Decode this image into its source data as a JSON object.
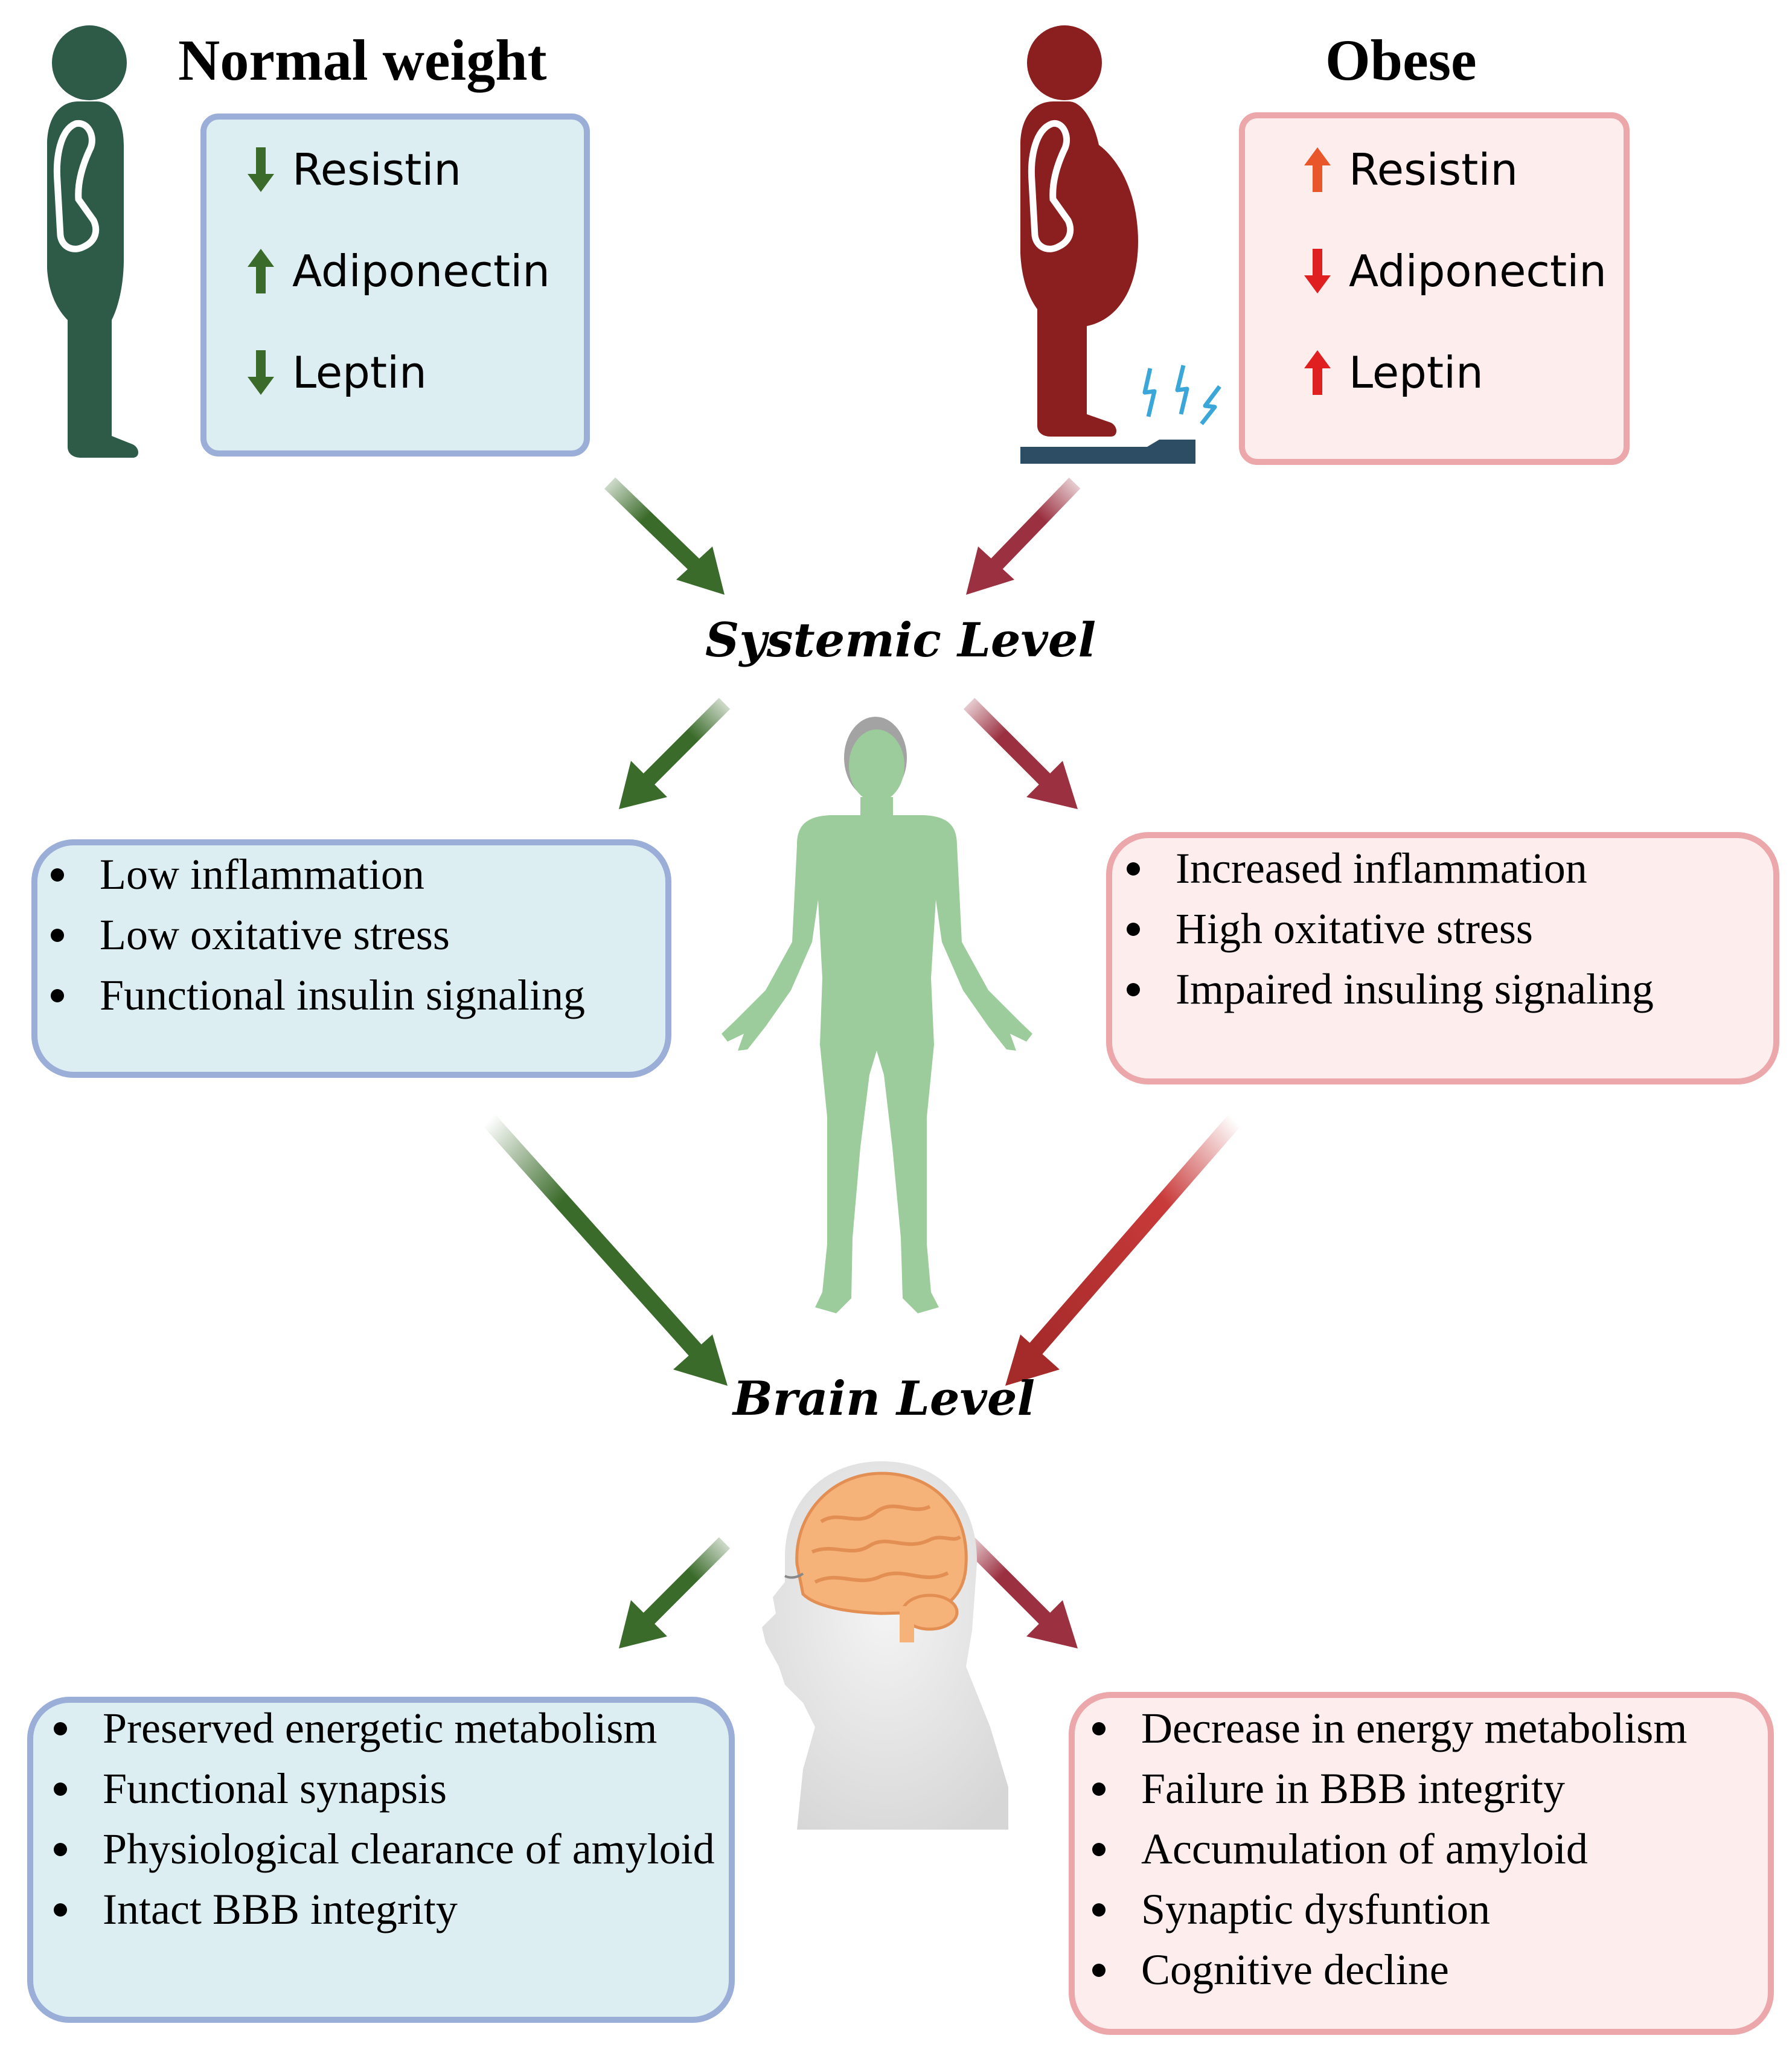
{
  "headers": {
    "normal": "Normal weight",
    "obese": "Obese"
  },
  "normal_hormones": [
    {
      "direction": "down",
      "label": "Resistin",
      "arrow_color": "#3a6b2a"
    },
    {
      "direction": "up",
      "label": "Adiponectin",
      "arrow_color": "#3a6b2a"
    },
    {
      "direction": "down",
      "label": "Leptin",
      "arrow_color": "#3a6b2a"
    }
  ],
  "obese_hormones": [
    {
      "direction": "up",
      "label": "Resistin",
      "arrow_color": "#e8562a"
    },
    {
      "direction": "down",
      "label": "Adiponectin",
      "arrow_color": "#e02020"
    },
    {
      "direction": "up",
      "label": "Leptin",
      "arrow_color": "#e02020"
    }
  ],
  "levels": {
    "systemic": "Systemic Level",
    "brain": "Brain Level"
  },
  "systemic_normal": [
    "Low inflammation",
    "Low oxitative stress",
    "Functional insulin signaling"
  ],
  "systemic_obese": [
    "Increased inflammation",
    "High oxitative stress",
    "Impaired insuling signaling"
  ],
  "brain_normal": [
    "Preserved energetic metabolism",
    "Functional synapsis",
    "Physiological clearance of amyloid",
    "Intact BBB integrity"
  ],
  "brain_obese": [
    "Decrease in energy metabolism",
    "Failure in BBB integrity",
    "Accumulation of amyloid",
    "Synaptic dysfuntion",
    "Cognitive decline"
  ],
  "colors": {
    "normal_figure": "#2e5a48",
    "obese_figure": "#8b1f1f",
    "scale": "#2c4d63",
    "spark": "#3aa7d8",
    "body": "#9ccc9c",
    "brain": "#f5b37a",
    "green_arrow": "#3a6b2a",
    "red_arrow": "#9b3040",
    "blue_box_fill": "#dceef2",
    "blue_box_border": "#9aaed8",
    "pink_box_fill": "#fdeded",
    "pink_box_border": "#eba7aa"
  },
  "icons": [
    "normal-weight-figure-icon",
    "obese-figure-icon",
    "weighing-scale-icon",
    "human-body-icon",
    "human-head-brain-icon"
  ]
}
